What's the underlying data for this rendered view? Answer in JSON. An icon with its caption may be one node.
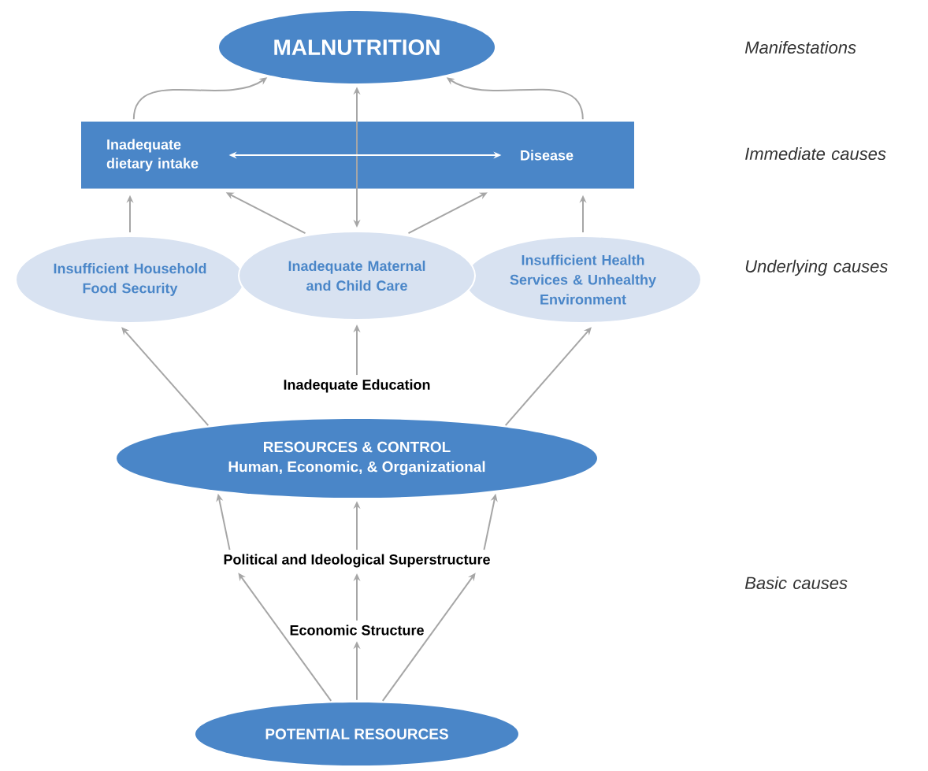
{
  "diagram": {
    "nodes": [
      {
        "text": [
          "MALNUTRITION"
        ]
      },
      {
        "text": [],
        "shape": "box"
      },
      {
        "text": [
          "Inadequate dietary intake"
        ],
        "in": 1
      },
      {
        "text": [
          "Disease"
        ],
        "in": 1
      },
      {
        "text": [
          "Insufficient Household Food Security"
        ]
      },
      {
        "text": [
          "Insufficient Health Services & Unhealthy Environment"
        ]
      },
      {
        "text": [
          "Inadequate Maternal and Child Care"
        ]
      },
      {
        "text": [
          "Inadequate Education"
        ]
      },
      {
        "text": [
          "RESOURCES & CONTROL",
          "Human, Economic, & Organizational"
        ]
      },
      {
        "text": [
          "Political and Ideological Superstructure"
        ]
      },
      {
        "text": [
          "Economic Structure"
        ]
      },
      {
        "text": [
          "POTENTIAL RESOURCES"
        ]
      }
    ],
    "edges": [
      {
        "from": 1,
        "to": 0,
        "arrow": "to"
      },
      {
        "from": 1,
        "to": 0,
        "arrow": "to"
      },
      {
        "from": 0,
        "to": 6,
        "arrow": "both"
      },
      {
        "from": 4,
        "to": 1,
        "arrow": "to"
      },
      {
        "from": 6,
        "to": 1,
        "arrow": "to"
      },
      {
        "from": 6,
        "to": 1,
        "arrow": "to"
      },
      {
        "from": 5,
        "to": 1,
        "arrow": "to"
      },
      {
        "from": 2,
        "to": 3,
        "arrow": "both",
        "color": "#ffffff"
      },
      {
        "from": 7,
        "to": 6,
        "arrow": "to"
      },
      {
        "from": 8,
        "to": 4,
        "arrow": "to"
      },
      {
        "from": 8,
        "to": 5,
        "arrow": "to"
      },
      {
        "from": 9,
        "to": 8,
        "arrow": "to"
      },
      {
        "from": 9,
        "to": 8,
        "arrow": "to"
      },
      {
        "from": 9,
        "to": 8,
        "arrow": "to"
      },
      {
        "from": 11,
        "to": 9,
        "arrow": "to"
      },
      {
        "from": 11,
        "to": 10,
        "arrow": "to"
      },
      {
        "from": 10,
        "to": 9,
        "arrow": "to"
      },
      {
        "from": 11,
        "to": 9,
        "arrow": "to"
      }
    ],
    "labels": [
      "Manifestations",
      "Immediate causes",
      "Underlying causes",
      "Basic causes"
    ]
  }
}
